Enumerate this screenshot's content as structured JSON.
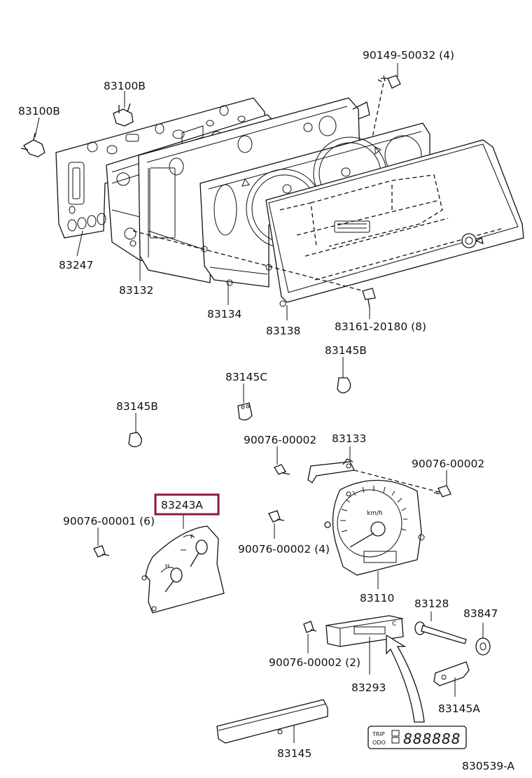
{
  "parts": {
    "p90149": "90149-50032 (4)",
    "p83100b_a": "83100B",
    "p83100b_b": "83100B",
    "p83247": "83247",
    "p83132": "83132",
    "p83134": "83134",
    "p83138": "83138",
    "p83161": "83161-20180 (8)",
    "p83145b_a": "83145B",
    "p83145c": "83145C",
    "p83145b_b": "83145B",
    "p90076_2a": "90076-00002",
    "p83133": "83133",
    "p90076_2b": "90076-00002",
    "p83243a": "83243A",
    "p90076_1": "90076-00001 (6)",
    "p90076_2c": "90076-00002 (4)",
    "p83110": "83110",
    "p83128": "83128",
    "p83847": "83847",
    "p90076_2d": "90076-00002 (2)",
    "p83293": "83293",
    "p83145a": "83145A",
    "p83145": "83145"
  },
  "diagram_id": "830539-A",
  "gauge_marks": {
    "speed_unit": "km/h",
    "temp_hot": "H",
    "fuel_full": "F",
    "lcd_trip": "TRIP",
    "lcd_odo": "ODO",
    "lcd_digits": "888888",
    "cover_letter": "C"
  },
  "highlight_color": "#8b1a3e"
}
